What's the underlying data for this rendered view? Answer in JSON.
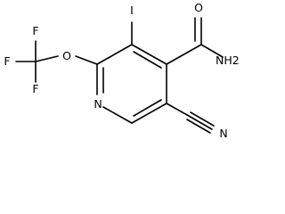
{
  "molecule": {
    "atoms": {
      "F1": "F",
      "F2": "F",
      "F3": "F",
      "O": "O",
      "I": "I",
      "O2": "O",
      "NH2": "NH2",
      "N_ring": "N",
      "N_nitrile": "N"
    }
  }
}
